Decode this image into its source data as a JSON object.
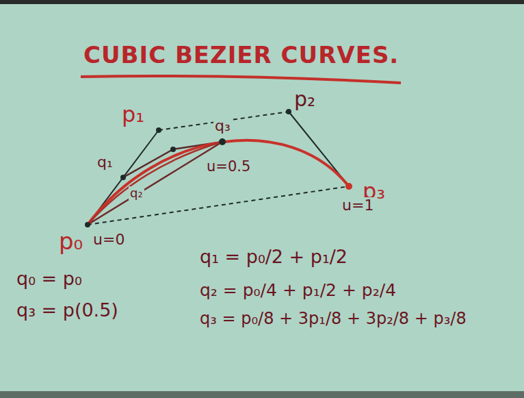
{
  "diagram": {
    "title": "CUBIC BEZIER CURVES.",
    "labels": [
      "p₁",
      "p₂",
      "q₁",
      "q₃",
      "q₂",
      "u=0.5",
      "p₀",
      "u=0",
      "p₃",
      "u=1",
      "q₀ = p₀",
      "q₃ = p(0.5)",
      "q₁ = p₀/2 + p₁/2",
      "q₂ = p₀/4 + p₁/2 + p₂/4",
      "q₃ = p₀/8 + 3p₁/8 + 3p₂/8 + p₃/8"
    ]
  }
}
